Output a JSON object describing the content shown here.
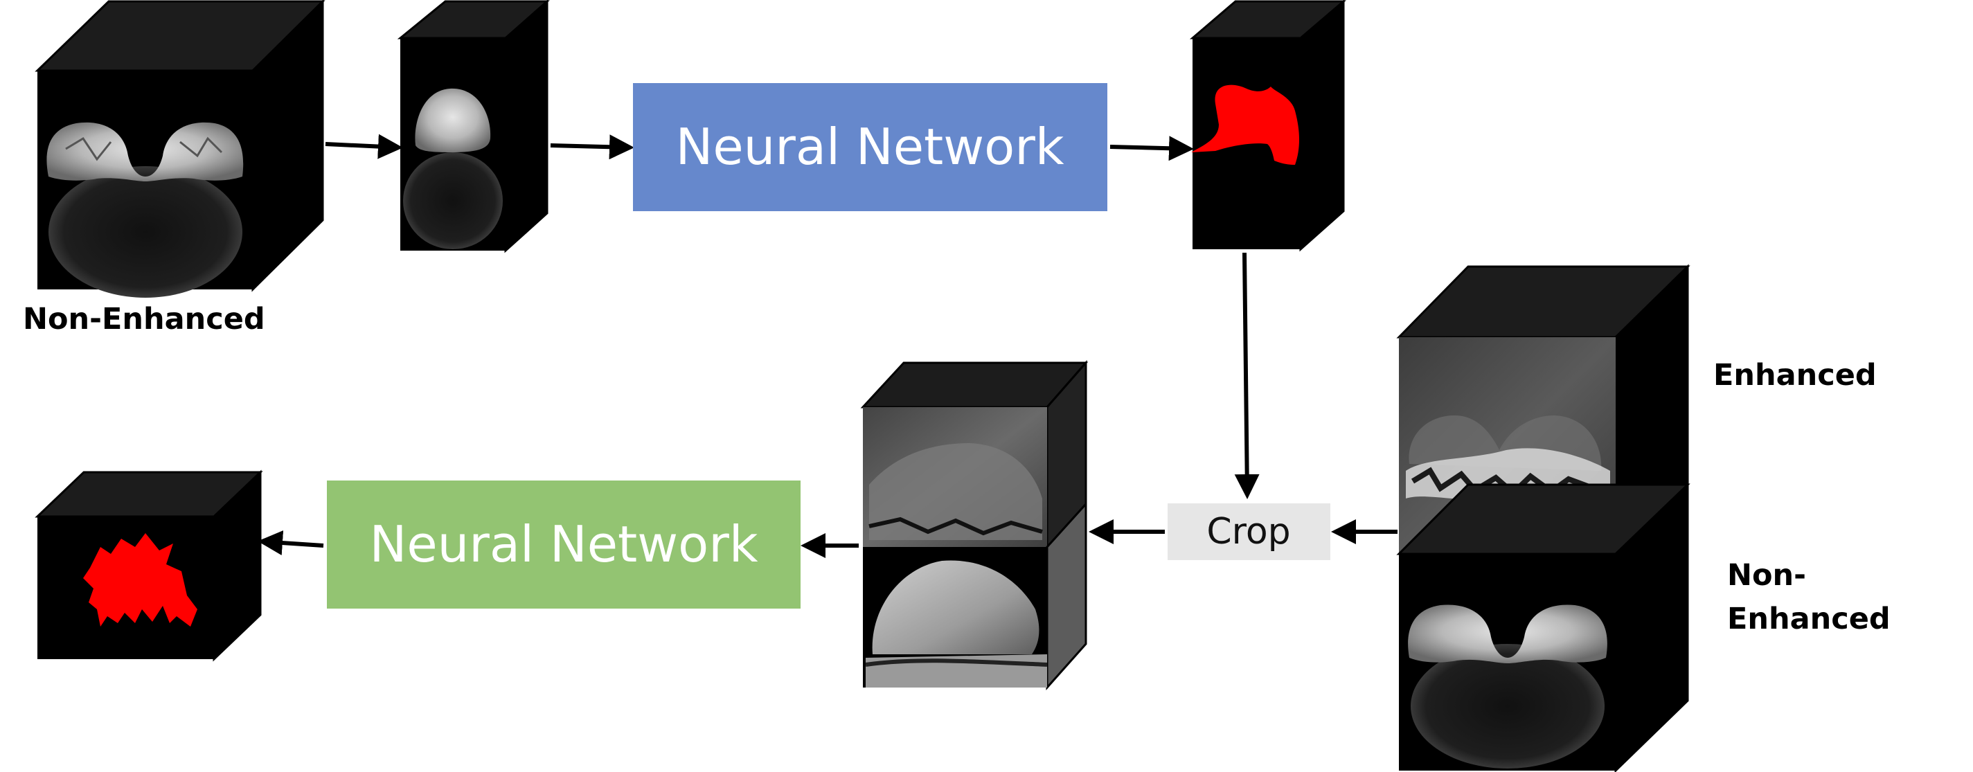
{
  "stages": {
    "nn_segmentation_label": "Neural Network",
    "nn_tumor_label": "Neural Network",
    "crop_label": "Crop"
  },
  "labels": {
    "input_non_enhanced": "Non-Enhanced",
    "enhanced": "Enhanced",
    "non_enhanced_line1": "Non-",
    "non_enhanced_line2": "Enhanced"
  },
  "colors": {
    "nn_top_box": "#6688cc",
    "nn_bottom_box": "#93c472",
    "crop_box": "#e6e6e6",
    "mask_red": "#ff0000",
    "cube_top_face": "#1a1a1a",
    "cube_side_face": "#000000",
    "cube_front_face": "#000000"
  },
  "icons": {
    "volume_cube": "mri-volume-cube-icon",
    "mask_cube": "segmentation-mask-cube-icon",
    "arrow": "flow-arrow-icon"
  }
}
